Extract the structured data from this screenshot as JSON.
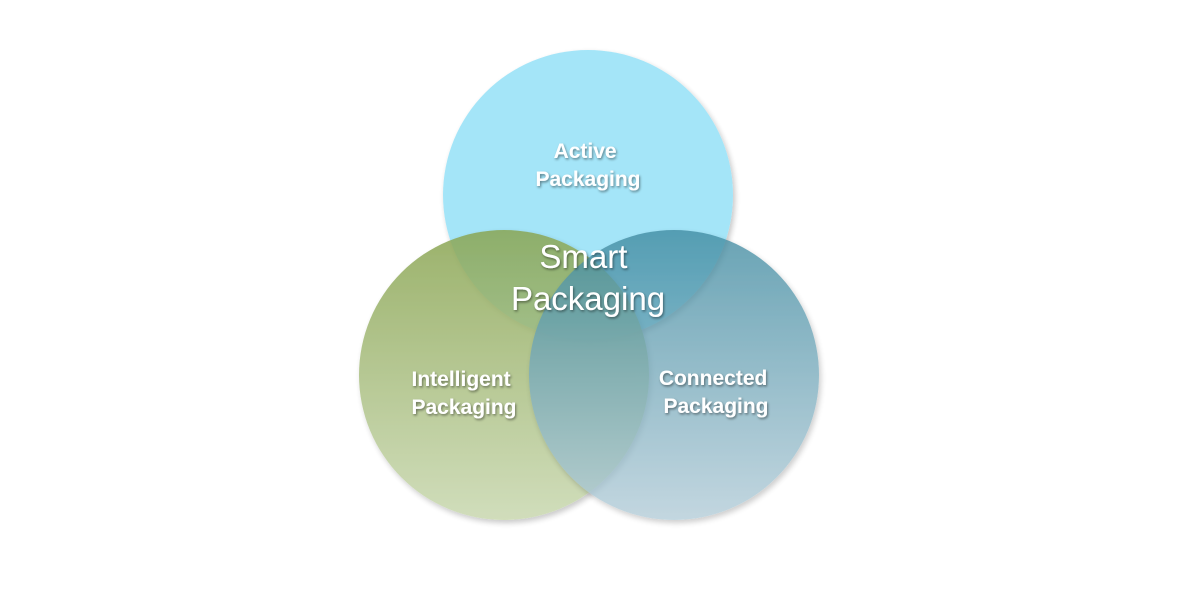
{
  "diagram": {
    "type": "venn",
    "center_label": {
      "line1": "Smart",
      "line2": "Packaging"
    },
    "circles": [
      {
        "id": "active",
        "line1": "Active",
        "line2": "Packaging",
        "color_top": "#9de3f8",
        "color_bottom": "#9de3f8"
      },
      {
        "id": "intelligent",
        "line1": "Intelligent",
        "line2": "Packaging",
        "color_top": "#8aa552",
        "color_bottom": "#c9d8b0"
      },
      {
        "id": "connected",
        "line1": "Connected",
        "line2": "Packaging",
        "color_top": "#3f8aa0",
        "color_bottom": "#b3ccd8"
      }
    ]
  }
}
